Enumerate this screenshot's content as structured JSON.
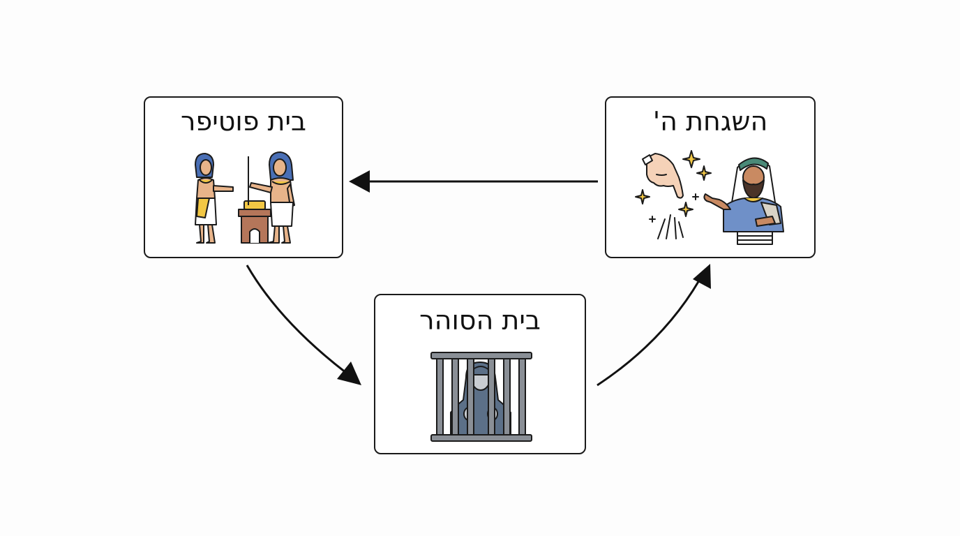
{
  "diagram": {
    "nodes": {
      "potiphar": {
        "title": "בית פוטיפר",
        "icon": "egyptian-figures-icon"
      },
      "providence": {
        "title": "השגחת ה'",
        "icon": "divine-hand-icon"
      },
      "prison": {
        "title": "בית הסוהר",
        "icon": "prisoner-behind-bars-icon"
      }
    },
    "edges": [
      {
        "from": "providence",
        "to": "potiphar"
      },
      {
        "from": "potiphar",
        "to": "prison"
      },
      {
        "from": "prison",
        "to": "providence"
      }
    ]
  },
  "colors": {
    "stroke": "#1a1a1a",
    "egyptian_skin": "#e8b48a",
    "headdress_blue": "#4a6fb5",
    "gold": "#f2c744",
    "wood": "#b5765a",
    "bar_gray": "#8a8f96",
    "prisoner_blue": "#5c7088"
  }
}
